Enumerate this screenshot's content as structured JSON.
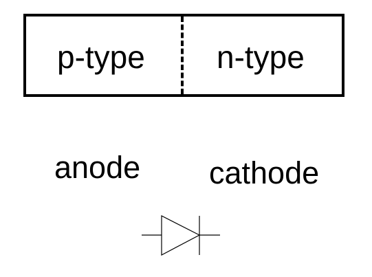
{
  "junction": {
    "p_region_label": "p-type",
    "n_region_label": "n-type"
  },
  "terminals": {
    "anode_label": "anode",
    "cathode_label": "cathode"
  },
  "symbol": {
    "icon": "diode-symbol-icon",
    "stroke_color": "#000000"
  }
}
